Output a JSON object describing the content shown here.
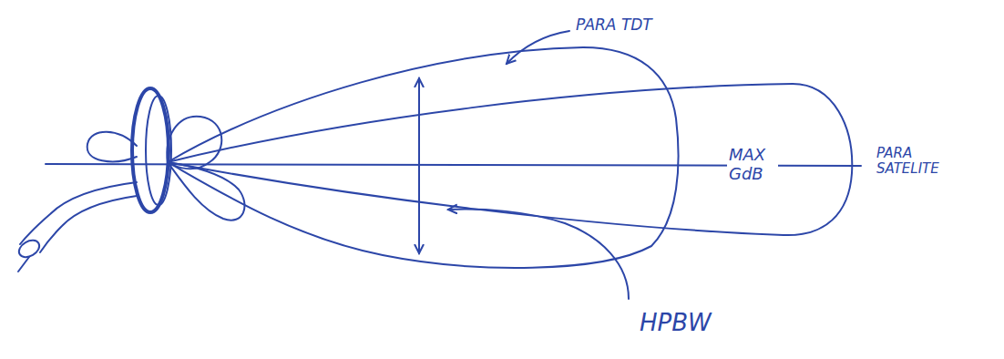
{
  "diagram": {
    "labels": [
      "PARA TDT",
      "MAX GdB",
      "PARA SATELITE",
      "HPBW"
    ]
  }
}
